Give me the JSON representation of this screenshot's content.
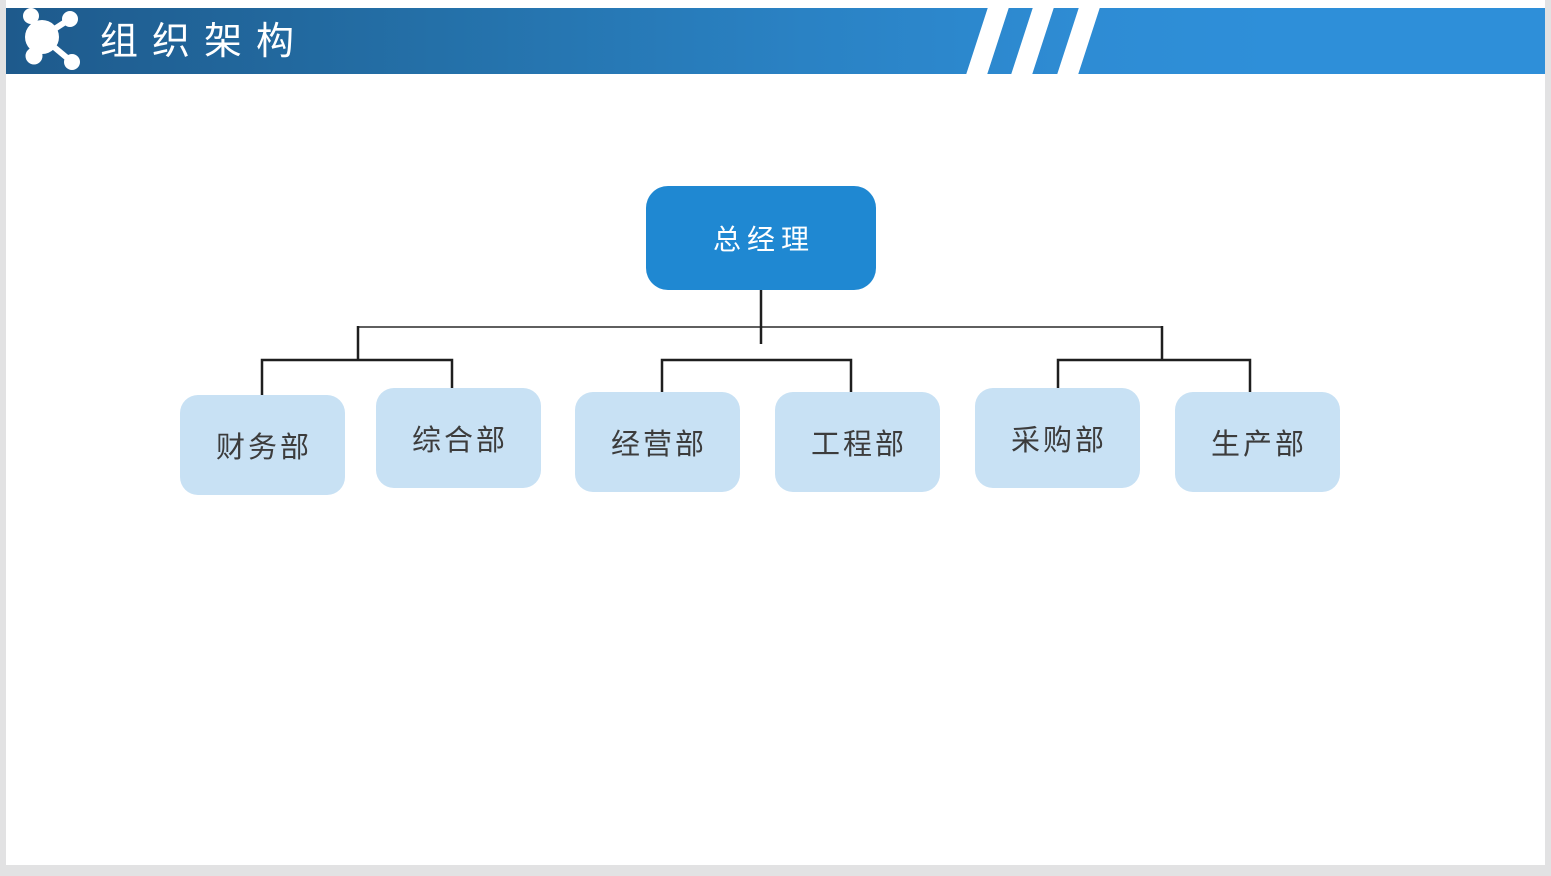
{
  "slide": {
    "header": {
      "title": "组织架构",
      "icon": "network-molecule-icon",
      "colors": {
        "gradient_start": "#1e5a8c",
        "gradient_end": "#2e8fd9",
        "stripes": "#ffffff",
        "title_text": "#ffffff"
      }
    },
    "org_chart": {
      "type": "org-tree",
      "root": {
        "label": "总经理"
      },
      "departments": [
        {
          "label": "财务部"
        },
        {
          "label": "综合部"
        },
        {
          "label": "经营部"
        },
        {
          "label": "工程部"
        },
        {
          "label": "采购部"
        },
        {
          "label": "生产部"
        }
      ],
      "groups": [
        {
          "parent": "总经理",
          "children": [
            "财务部",
            "综合部"
          ]
        },
        {
          "parent": "总经理",
          "children": [
            "经营部",
            "工程部"
          ]
        },
        {
          "parent": "总经理",
          "children": [
            "采购部",
            "生产部"
          ]
        }
      ],
      "colors": {
        "root_fill": "#1f88d2",
        "root_text": "#ffffff",
        "dept_fill": "#c8e1f4",
        "dept_text": "#3c3c3c",
        "connector": "#1e1e1e",
        "connector_main": "#5f5f5f"
      }
    }
  }
}
